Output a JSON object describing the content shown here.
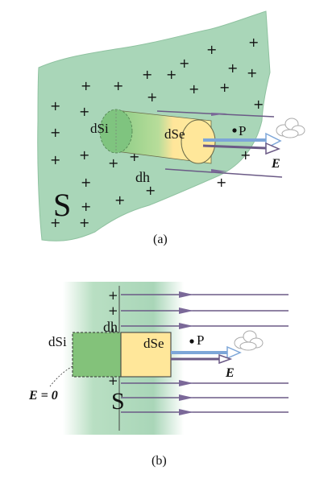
{
  "figure_a": {
    "caption": "(a)",
    "surface_label": "S",
    "inner_face_label": "dSi",
    "outer_face_label": "dSe",
    "height_label": "dh",
    "point_label": "P",
    "field_label": "E",
    "charge_symbol": "+"
  },
  "figure_b": {
    "caption": "(b)",
    "surface_label": "S",
    "inner_face_label": "dSi",
    "outer_face_label": "dSe",
    "height_label": "dh",
    "point_label": "P",
    "field_label": "E",
    "zero_field_label": "E = 0",
    "charge_symbol": "+"
  },
  "colors": {
    "sheet_fill": "#a9d6b8",
    "cylinder_inner": "#7fc47f",
    "cylinder_outer": "#ffe79a",
    "field_line": "#6b5a86",
    "field_vector": "#7da6d8"
  }
}
